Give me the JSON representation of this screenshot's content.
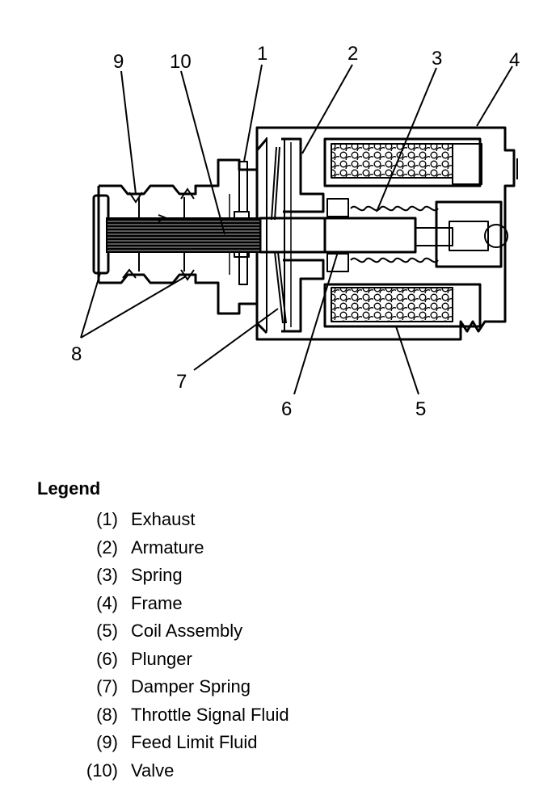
{
  "callouts": [
    "1",
    "2",
    "3",
    "4",
    "5",
    "6",
    "7",
    "8",
    "9",
    "10"
  ],
  "legend": {
    "title": "Legend",
    "items": [
      {
        "num": "(1)",
        "label": "Exhaust"
      },
      {
        "num": "(2)",
        "label": "Armature"
      },
      {
        "num": "(3)",
        "label": "Spring"
      },
      {
        "num": "(4)",
        "label": "Frame"
      },
      {
        "num": "(5)",
        "label": "Coil Assembly"
      },
      {
        "num": "(6)",
        "label": "Plunger"
      },
      {
        "num": "(7)",
        "label": "Damper Spring"
      },
      {
        "num": "(8)",
        "label": "Throttle Signal Fluid"
      },
      {
        "num": "(9)",
        "label": "Feed Limit Fluid"
      },
      {
        "num": "(10)",
        "label": "Valve"
      }
    ]
  }
}
